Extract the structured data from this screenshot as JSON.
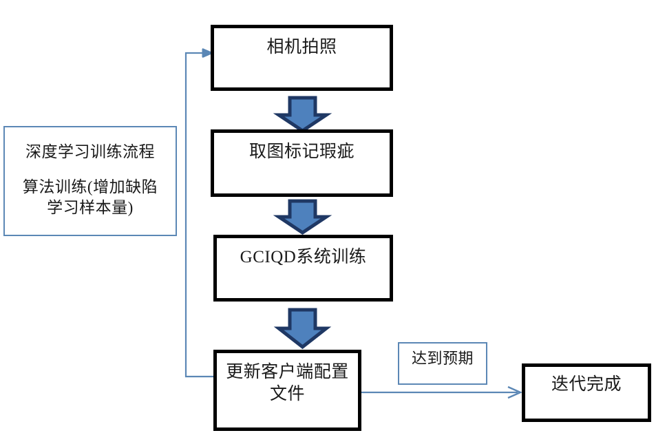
{
  "diagram": {
    "title_note": {
      "line1": "深度学习训练流程",
      "line2": "算法训练(增加缺陷",
      "line3": "学习样本量)"
    },
    "nodes": [
      {
        "id": "camera",
        "label": "相机拍照",
        "style": "thick-black-box"
      },
      {
        "id": "mark",
        "label": "取图标记瑕疵",
        "style": "thick-black-box"
      },
      {
        "id": "train",
        "label": "GCIQD系统训练",
        "style": "thick-black-box"
      },
      {
        "id": "update",
        "label": "更新客户端配置",
        "label2": "文件",
        "style": "thick-black-box"
      },
      {
        "id": "expected",
        "label": "达到预期",
        "style": "thin-blue-box"
      },
      {
        "id": "done",
        "label": "迭代完成",
        "style": "thick-black-box"
      }
    ],
    "edges": [
      {
        "from": "camera",
        "to": "mark",
        "kind": "block-arrow-down"
      },
      {
        "from": "mark",
        "to": "train",
        "kind": "block-arrow-down"
      },
      {
        "from": "train",
        "to": "update",
        "kind": "block-arrow-down"
      },
      {
        "from": "update",
        "to": "done",
        "kind": "thin-line-arrow-right",
        "label_ref": "expected"
      },
      {
        "from": "update",
        "to": "camera",
        "kind": "thin-line-feedback-loop"
      }
    ],
    "colors": {
      "arrow_fill": "#4E81BD",
      "arrow_stroke": "#1F3864",
      "box_border_black": "#000000",
      "box_border_blue": "#5b87b5",
      "line_blue": "#5b87b5",
      "text": "#1a1a1a",
      "background": "#ffffff"
    }
  }
}
